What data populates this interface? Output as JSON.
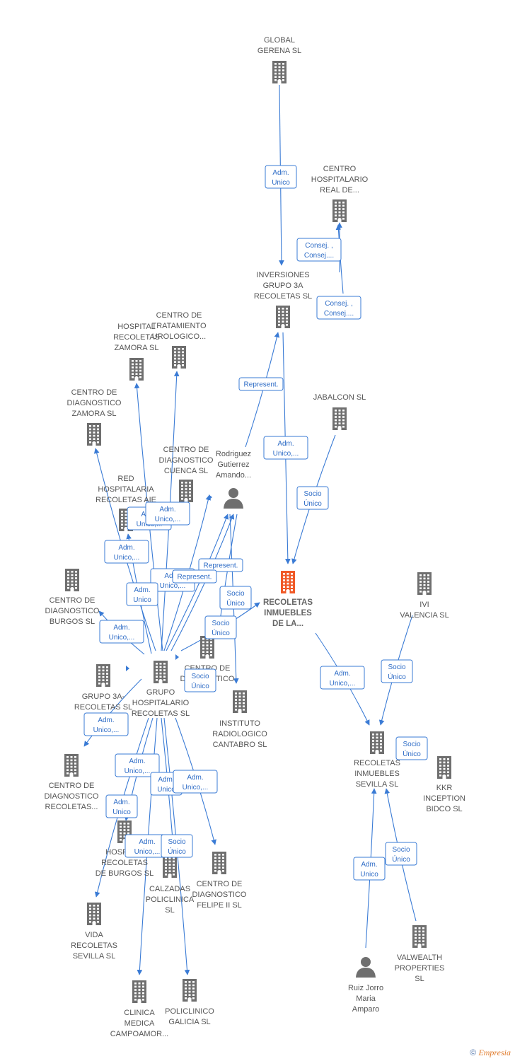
{
  "colors": {
    "edge": "#3a7bd5",
    "node": "#6f6f6f",
    "focus": "#f05a28",
    "label": "#555555"
  },
  "nodes": [
    {
      "id": "global",
      "kind": "company",
      "lines": [
        "GLOBAL",
        "GERENA  SL"
      ]
    },
    {
      "id": "chreal",
      "kind": "company",
      "lines": [
        "CENTRO",
        "HOSPITALARIO",
        "REAL DE..."
      ]
    },
    {
      "id": "inv3a",
      "kind": "company",
      "lines": [
        "INVERSIONES",
        "GRUPO 3A",
        "RECOLETAS SL"
      ]
    },
    {
      "id": "hrzam",
      "kind": "company",
      "lines": [
        "HOSPITAL",
        "RECOLETAS",
        "ZAMORA SL"
      ]
    },
    {
      "id": "ctu",
      "kind": "company",
      "lines": [
        "CENTRO DE",
        "TRATAMIENTO",
        "UROLOGICO..."
      ]
    },
    {
      "id": "jabalcon",
      "kind": "company",
      "lines": [
        "JABALCON SL"
      ]
    },
    {
      "id": "cdzam",
      "kind": "company",
      "lines": [
        "CENTRO DE",
        "DIAGNOSTICO",
        "ZAMORA  SL"
      ]
    },
    {
      "id": "cdcue",
      "kind": "company",
      "lines": [
        "CENTRO DE",
        "DIAGNOSTICO",
        "CUENCA SL"
      ]
    },
    {
      "id": "rodriguez",
      "kind": "person",
      "lines": [
        "Rodriguez",
        "Gutierrez",
        "Amando..."
      ]
    },
    {
      "id": "redhosp",
      "kind": "company",
      "lines": [
        "RED",
        "HOSPITALARIA",
        "RECOLETAS AIE"
      ]
    },
    {
      "id": "focus",
      "kind": "focus",
      "lines": [
        "RECOLETAS",
        "INMUEBLES",
        "DE LA..."
      ]
    },
    {
      "id": "ivi",
      "kind": "company",
      "lines": [
        "IVI",
        "VALENCIA SL"
      ]
    },
    {
      "id": "cdbur",
      "kind": "company",
      "lines": [
        "CENTRO DE",
        "DIAGNOSTICO",
        "BURGOS  SL"
      ]
    },
    {
      "id": "cddel",
      "kind": "company",
      "lines": [
        "CENTRO DE",
        "DIAGNOSTICO"
      ]
    },
    {
      "id": "g3asl",
      "kind": "company",
      "lines": [
        "GRUPO 3A-",
        "RECOLETAS SL"
      ]
    },
    {
      "id": "ghr",
      "kind": "company",
      "lines": [
        "GRUPO",
        "HOSPITALARIO",
        "RECOLETAS SL"
      ]
    },
    {
      "id": "irc",
      "kind": "company",
      "lines": [
        "INSTITUTO",
        "RADIOLOGICO",
        "CANTABRO SL"
      ]
    },
    {
      "id": "rissev",
      "kind": "company",
      "lines": [
        "RECOLETAS",
        "INMUEBLES",
        "SEVILLA  SL"
      ]
    },
    {
      "id": "cdrec",
      "kind": "company",
      "lines": [
        "CENTRO DE",
        "DIAGNOSTICO",
        "RECOLETAS..."
      ]
    },
    {
      "id": "kkr",
      "kind": "company",
      "lines": [
        "KKR",
        "INCEPTION",
        "BIDCO  SL"
      ]
    },
    {
      "id": "hrbur",
      "kind": "company",
      "lines": [
        "HOSPITAL",
        "RECOLETAS",
        "DE BURGOS SL"
      ]
    },
    {
      "id": "calzadas",
      "kind": "company",
      "lines": [
        "CALZADAS",
        "POLICLINICA",
        "SL"
      ]
    },
    {
      "id": "cdfel",
      "kind": "company",
      "lines": [
        "CENTRO DE",
        "DIAGNOSTICO",
        "FELIPE II  SL"
      ]
    },
    {
      "id": "vida",
      "kind": "company",
      "lines": [
        "VIDA",
        "RECOLETAS",
        "SEVILLA  SL"
      ]
    },
    {
      "id": "valwealth",
      "kind": "company",
      "lines": [
        "VALWEALTH",
        "PROPERTIES",
        "SL"
      ]
    },
    {
      "id": "ruiz",
      "kind": "person",
      "lines": [
        "Ruiz Jorro",
        "Maria",
        "Amparo"
      ]
    },
    {
      "id": "clinica",
      "kind": "company",
      "lines": [
        "CLINICA",
        "MEDICA",
        "CAMPOAMOR..."
      ]
    },
    {
      "id": "polgal",
      "kind": "company",
      "lines": [
        "POLICLINICO",
        "GALICIA  SL"
      ]
    }
  ],
  "relations": [
    {
      "id": "r1",
      "lines": [
        "Adm.",
        "Unico"
      ]
    },
    {
      "id": "r2",
      "lines": [
        "Consej. ,",
        "Consej...."
      ]
    },
    {
      "id": "r3",
      "lines": [
        "Consej. ,",
        "Consej...."
      ]
    },
    {
      "id": "r4",
      "lines": [
        "Represent."
      ]
    },
    {
      "id": "r5",
      "lines": [
        "Adm.",
        "Unico,..."
      ]
    },
    {
      "id": "r6",
      "lines": [
        "Socio",
        "Único"
      ]
    },
    {
      "id": "r7",
      "lines": [
        "Adm.",
        "Unico,..."
      ]
    },
    {
      "id": "r8",
      "lines": [
        "Adm.",
        "Unico,..."
      ]
    },
    {
      "id": "r9",
      "lines": [
        "Adm.",
        "Unico,..."
      ]
    },
    {
      "id": "r10",
      "lines": [
        "Represent."
      ]
    },
    {
      "id": "r11",
      "lines": [
        "Adm.",
        "Unico,..."
      ]
    },
    {
      "id": "r12",
      "lines": [
        "Represent."
      ]
    },
    {
      "id": "r13",
      "lines": [
        "Adm.",
        "Unico"
      ]
    },
    {
      "id": "r14",
      "lines": [
        "Socio",
        "Único"
      ]
    },
    {
      "id": "r15",
      "lines": [
        "Adm.",
        "Unico,..."
      ]
    },
    {
      "id": "r16",
      "lines": [
        "Socio",
        "Único"
      ]
    },
    {
      "id": "r17",
      "lines": [
        "Socio",
        "Único"
      ]
    },
    {
      "id": "r18",
      "lines": [
        "Adm.",
        "Unico,..."
      ]
    },
    {
      "id": "r19",
      "lines": [
        "Socio",
        "Único"
      ]
    },
    {
      "id": "r20",
      "lines": [
        "Adm.",
        "Unico,..."
      ]
    },
    {
      "id": "r21",
      "lines": [
        "Socio",
        "Único"
      ]
    },
    {
      "id": "r22",
      "lines": [
        "Adm.",
        "Unico,..."
      ]
    },
    {
      "id": "r23",
      "lines": [
        "Adm.",
        "Unico"
      ]
    },
    {
      "id": "r24",
      "lines": [
        "Adm.",
        "Unico,..."
      ]
    },
    {
      "id": "r25",
      "lines": [
        "Adm.",
        "Unico"
      ]
    },
    {
      "id": "r26",
      "lines": [
        "Adm.",
        "Unico,..."
      ]
    },
    {
      "id": "r27",
      "lines": [
        "Socio",
        "Único"
      ]
    },
    {
      "id": "r28",
      "lines": [
        "Adm.",
        "Unico"
      ]
    },
    {
      "id": "r29",
      "lines": [
        "Socio",
        "Único"
      ]
    }
  ],
  "footer": {
    "copyright_symbol": "©",
    "brand": "Empresia"
  }
}
